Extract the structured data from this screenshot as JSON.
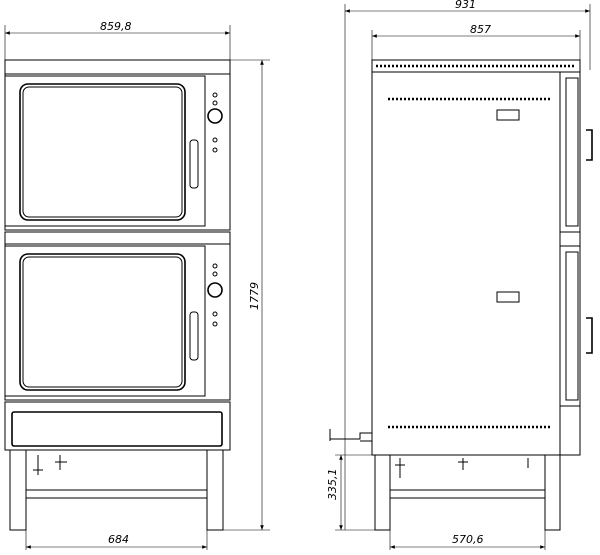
{
  "title": "Double convection oven technical drawing",
  "dimensions": {
    "front_width": "859,8",
    "total_height": "1779",
    "leg_span_front": "684",
    "overall_depth": "931",
    "body_depth": "857",
    "leg_height": "335,1",
    "leg_span_side": "570,6"
  }
}
